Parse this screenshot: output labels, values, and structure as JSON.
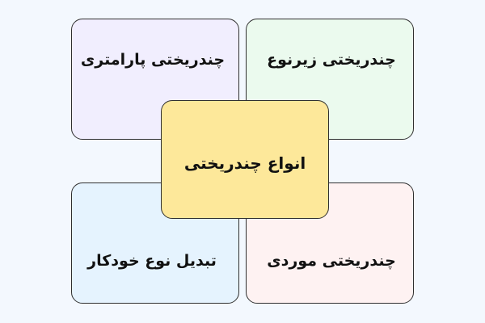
{
  "diagram": {
    "center": {
      "label": "انواع چندریختی",
      "color": "#fde89a"
    },
    "nodes": [
      {
        "position": "top-left",
        "label": "چندریختی پارامتری",
        "color": "#f1eefe"
      },
      {
        "position": "top-right",
        "label": "چندریختی زیرنوع",
        "color": "#ebfaee"
      },
      {
        "position": "bottom-left",
        "label": "تبدیل نوع خودکار",
        "color": "#e5f3fe"
      },
      {
        "position": "bottom-right",
        "label": "چندریختی موردی",
        "color": "#fef2f2"
      }
    ],
    "border_color": "#2f2f2f",
    "background": "#f3f8fe"
  }
}
